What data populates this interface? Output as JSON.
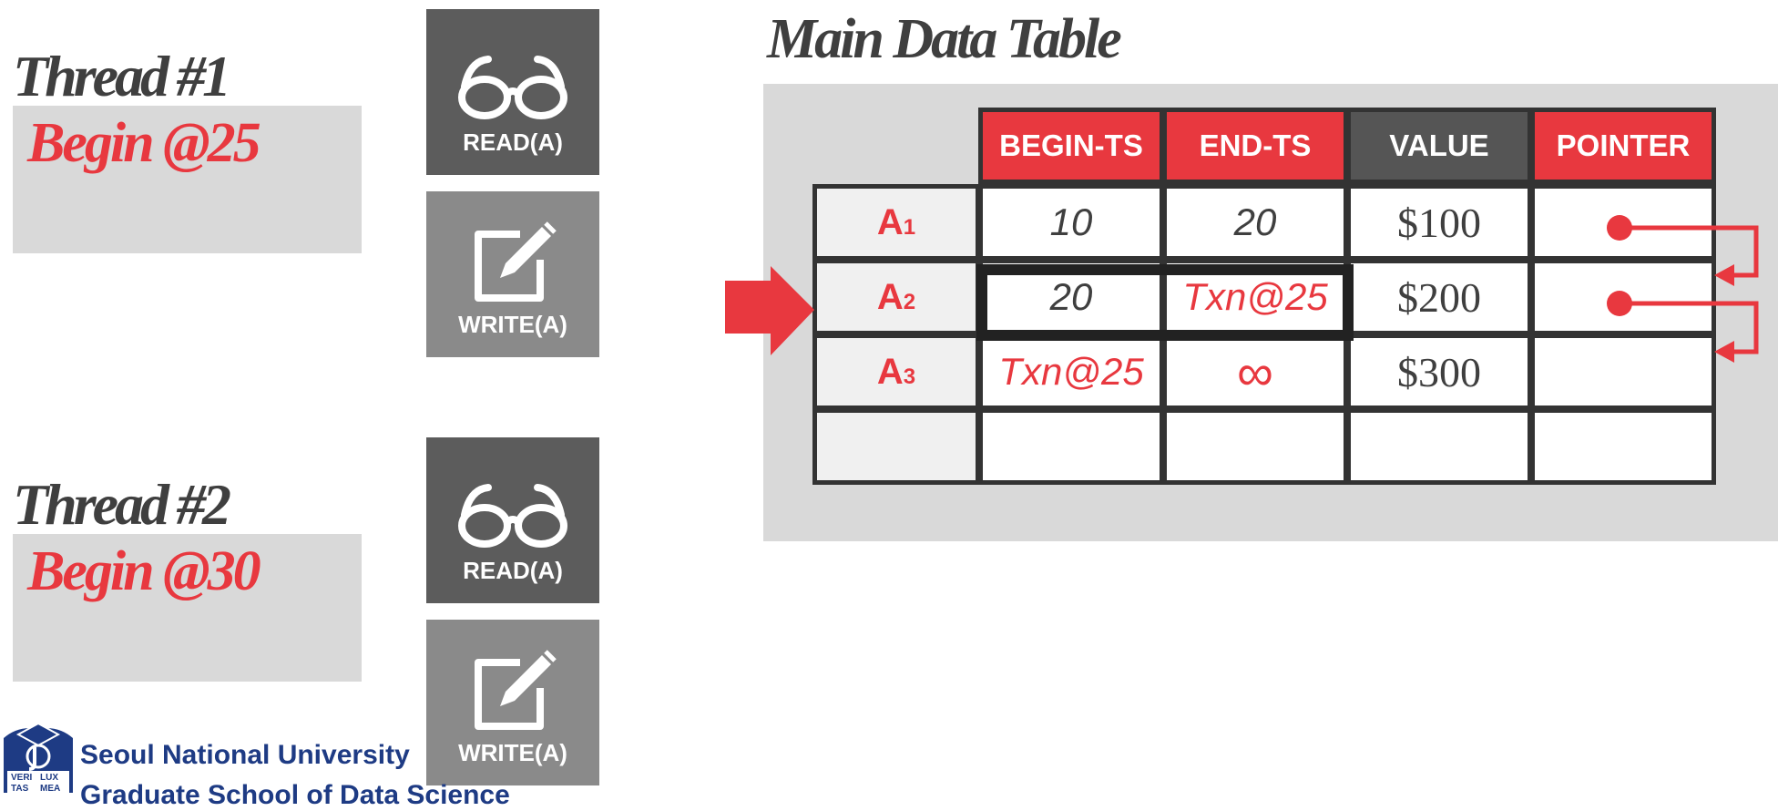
{
  "threads": [
    {
      "title": "Thread #1",
      "begin": "Begin @25",
      "read_label": "READ(A)",
      "write_label": "WRITE(A)"
    },
    {
      "title": "Thread #2",
      "begin": "Begin @30",
      "read_label": "READ(A)",
      "write_label": "WRITE(A)"
    }
  ],
  "table": {
    "title": "Main Data Table",
    "headers": [
      "BEGIN-TS",
      "END-TS",
      "VALUE",
      "POINTER"
    ],
    "rows": [
      {
        "label": "A",
        "sub": "1",
        "begin": "10",
        "end": "20",
        "value": "$100"
      },
      {
        "label": "A",
        "sub": "2",
        "begin": "20",
        "end": "Txn@25",
        "value": "$200"
      },
      {
        "label": "A",
        "sub": "3",
        "begin": "Txn@25",
        "end": "∞",
        "value": "$300"
      },
      {
        "label": "",
        "sub": "",
        "begin": "",
        "end": "",
        "value": ""
      }
    ]
  },
  "footer": {
    "university": "Seoul National University",
    "school": "Graduate School of Data Science",
    "logo_text": [
      "VERI",
      "LUX",
      "TAS",
      "MEA"
    ]
  },
  "colors": {
    "accent": "#e8383f",
    "dark": "#555555",
    "navy": "#1e3b84"
  },
  "icons": {
    "read": "glasses-icon",
    "write": "edit-icon",
    "pointer": "pointer-arrow-icon",
    "current": "current-row-arrow-icon"
  }
}
